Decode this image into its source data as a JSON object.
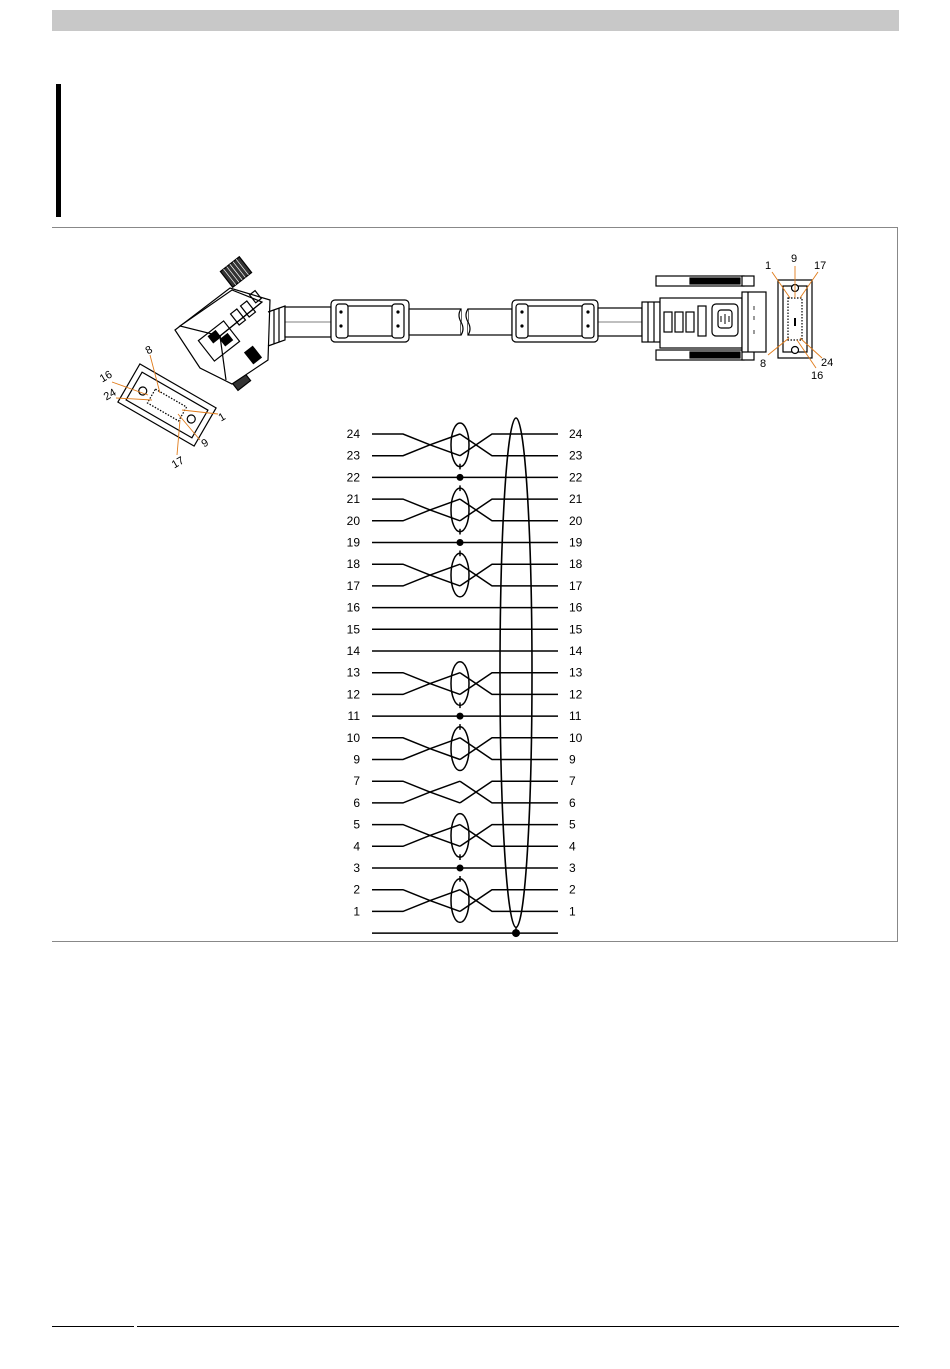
{
  "wiring": {
    "left_pins": [
      "24",
      "23",
      "22",
      "21",
      "20",
      "19",
      "18",
      "17",
      "16",
      "15",
      "14",
      "13",
      "12",
      "11",
      "10",
      "9",
      "7",
      "6",
      "5",
      "4",
      "3",
      "2",
      "1"
    ],
    "right_pins": [
      "24",
      "23",
      "22",
      "21",
      "20",
      "19",
      "18",
      "17",
      "16",
      "15",
      "14",
      "13",
      "12",
      "11",
      "10",
      "9",
      "7",
      "6",
      "5",
      "4",
      "3",
      "2",
      "1"
    ],
    "twisted_pairs": [
      [
        "24",
        "23"
      ],
      [
        "21",
        "20"
      ],
      [
        "18",
        "17"
      ],
      [
        "13",
        "12"
      ],
      [
        "10",
        "9"
      ],
      [
        "7",
        "6"
      ],
      [
        "5",
        "4"
      ],
      [
        "2",
        "1"
      ]
    ],
    "shielded_pairs": [
      [
        "24",
        "23"
      ],
      [
        "21",
        "20"
      ],
      [
        "18",
        "17"
      ],
      [
        "13",
        "12"
      ],
      [
        "10",
        "9"
      ],
      [
        "5",
        "4"
      ],
      [
        "2",
        "1"
      ]
    ],
    "shield_drain_pins": [
      "22",
      "19",
      "11",
      "3"
    ],
    "straight_pins": [
      "16",
      "15",
      "14"
    ]
  },
  "left_connector": {
    "pin_labels": [
      "8",
      "16",
      "24",
      "1",
      "9",
      "17"
    ]
  },
  "right_connector": {
    "pin_labels": [
      "1",
      "9",
      "17",
      "8",
      "24",
      "16"
    ]
  },
  "colors": {
    "line": "#000000",
    "leader": "#e07b1a",
    "header": "#c8c8c8"
  }
}
